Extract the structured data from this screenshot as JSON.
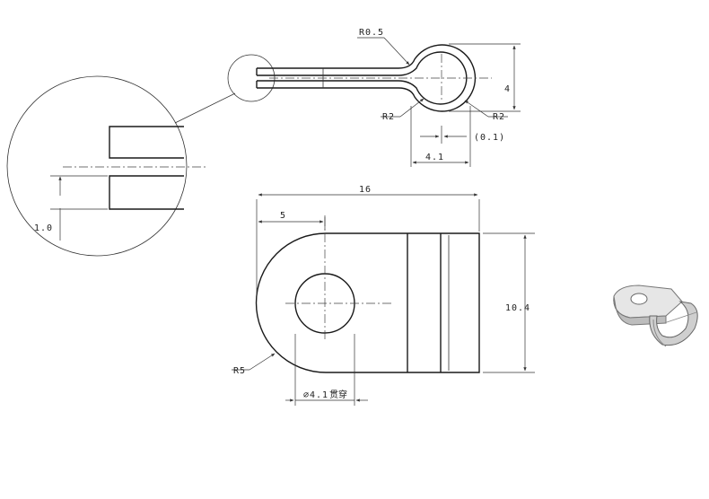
{
  "labels": {
    "r05": "R0.5",
    "dim4": "4",
    "r2_left": "R2",
    "r2_right": "R2",
    "gap01": "(0.1)",
    "width41": "4.1",
    "detail_10": "1.0",
    "len16": "16",
    "len5": "5",
    "height104": "10.4",
    "r5": "R5",
    "hole": "∅4.1",
    "hole_note": "贯穿"
  },
  "colors": {
    "line": "#1a1a1a",
    "bg": "#ffffff",
    "part3d_light": "#e6e6e6",
    "part3d_mid": "#bdbdbd",
    "part3d_dark": "#8a8a8a"
  }
}
